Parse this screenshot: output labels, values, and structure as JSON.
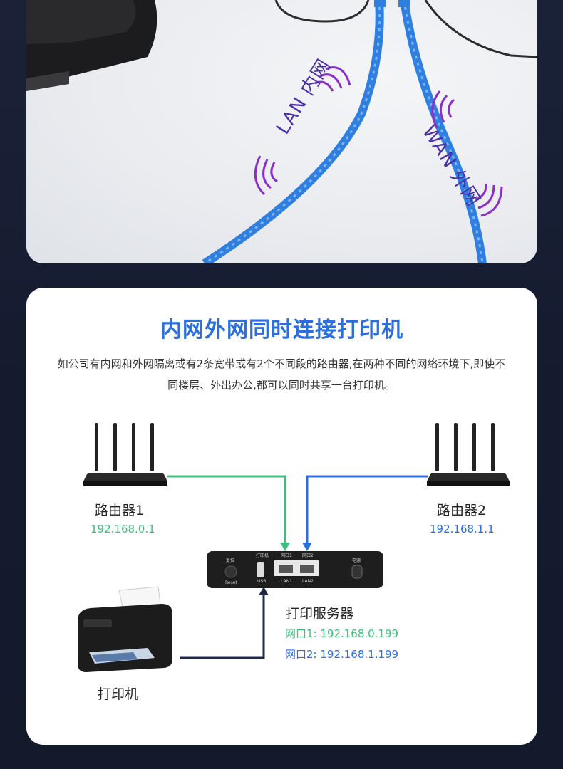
{
  "photo": {
    "lan_label": "LAN 内网",
    "wan_label": "WAN 外网"
  },
  "panel": {
    "title": "内网外网同时连接打印机",
    "description": "如公司有内网和外网隔离或有2条宽带或有2个不同段的路由器,在两种不同的网络环境下,即使不同楼层、外出办公,都可以同时共享一台打印机。"
  },
  "diagram": {
    "router1": {
      "label": "路由器1",
      "ip": "192.168.0.1"
    },
    "router2": {
      "label": "路由器2",
      "ip": "192.168.1.1"
    },
    "server": {
      "label": "打印服务器",
      "port1": "网口1: 192.168.0.199",
      "port2": "网口2: 192.168.1.199",
      "device_text": {
        "reset_top": "复位",
        "reset": "Reset",
        "printer_port": "打印机",
        "usb": "USB",
        "port1": "网口1",
        "port2": "网口2",
        "lan1": "LAN1",
        "lan2": "LAN2",
        "power": "电源"
      }
    },
    "printer": {
      "label": "打印机"
    }
  },
  "colors": {
    "title_blue": "#2a6fdc",
    "lan_green": "#3cbf7a",
    "wan_blue": "#2a6fdc",
    "printer_line": "#1f2a44",
    "cable_blue": "#2f7fe0",
    "background": "#161c30"
  }
}
